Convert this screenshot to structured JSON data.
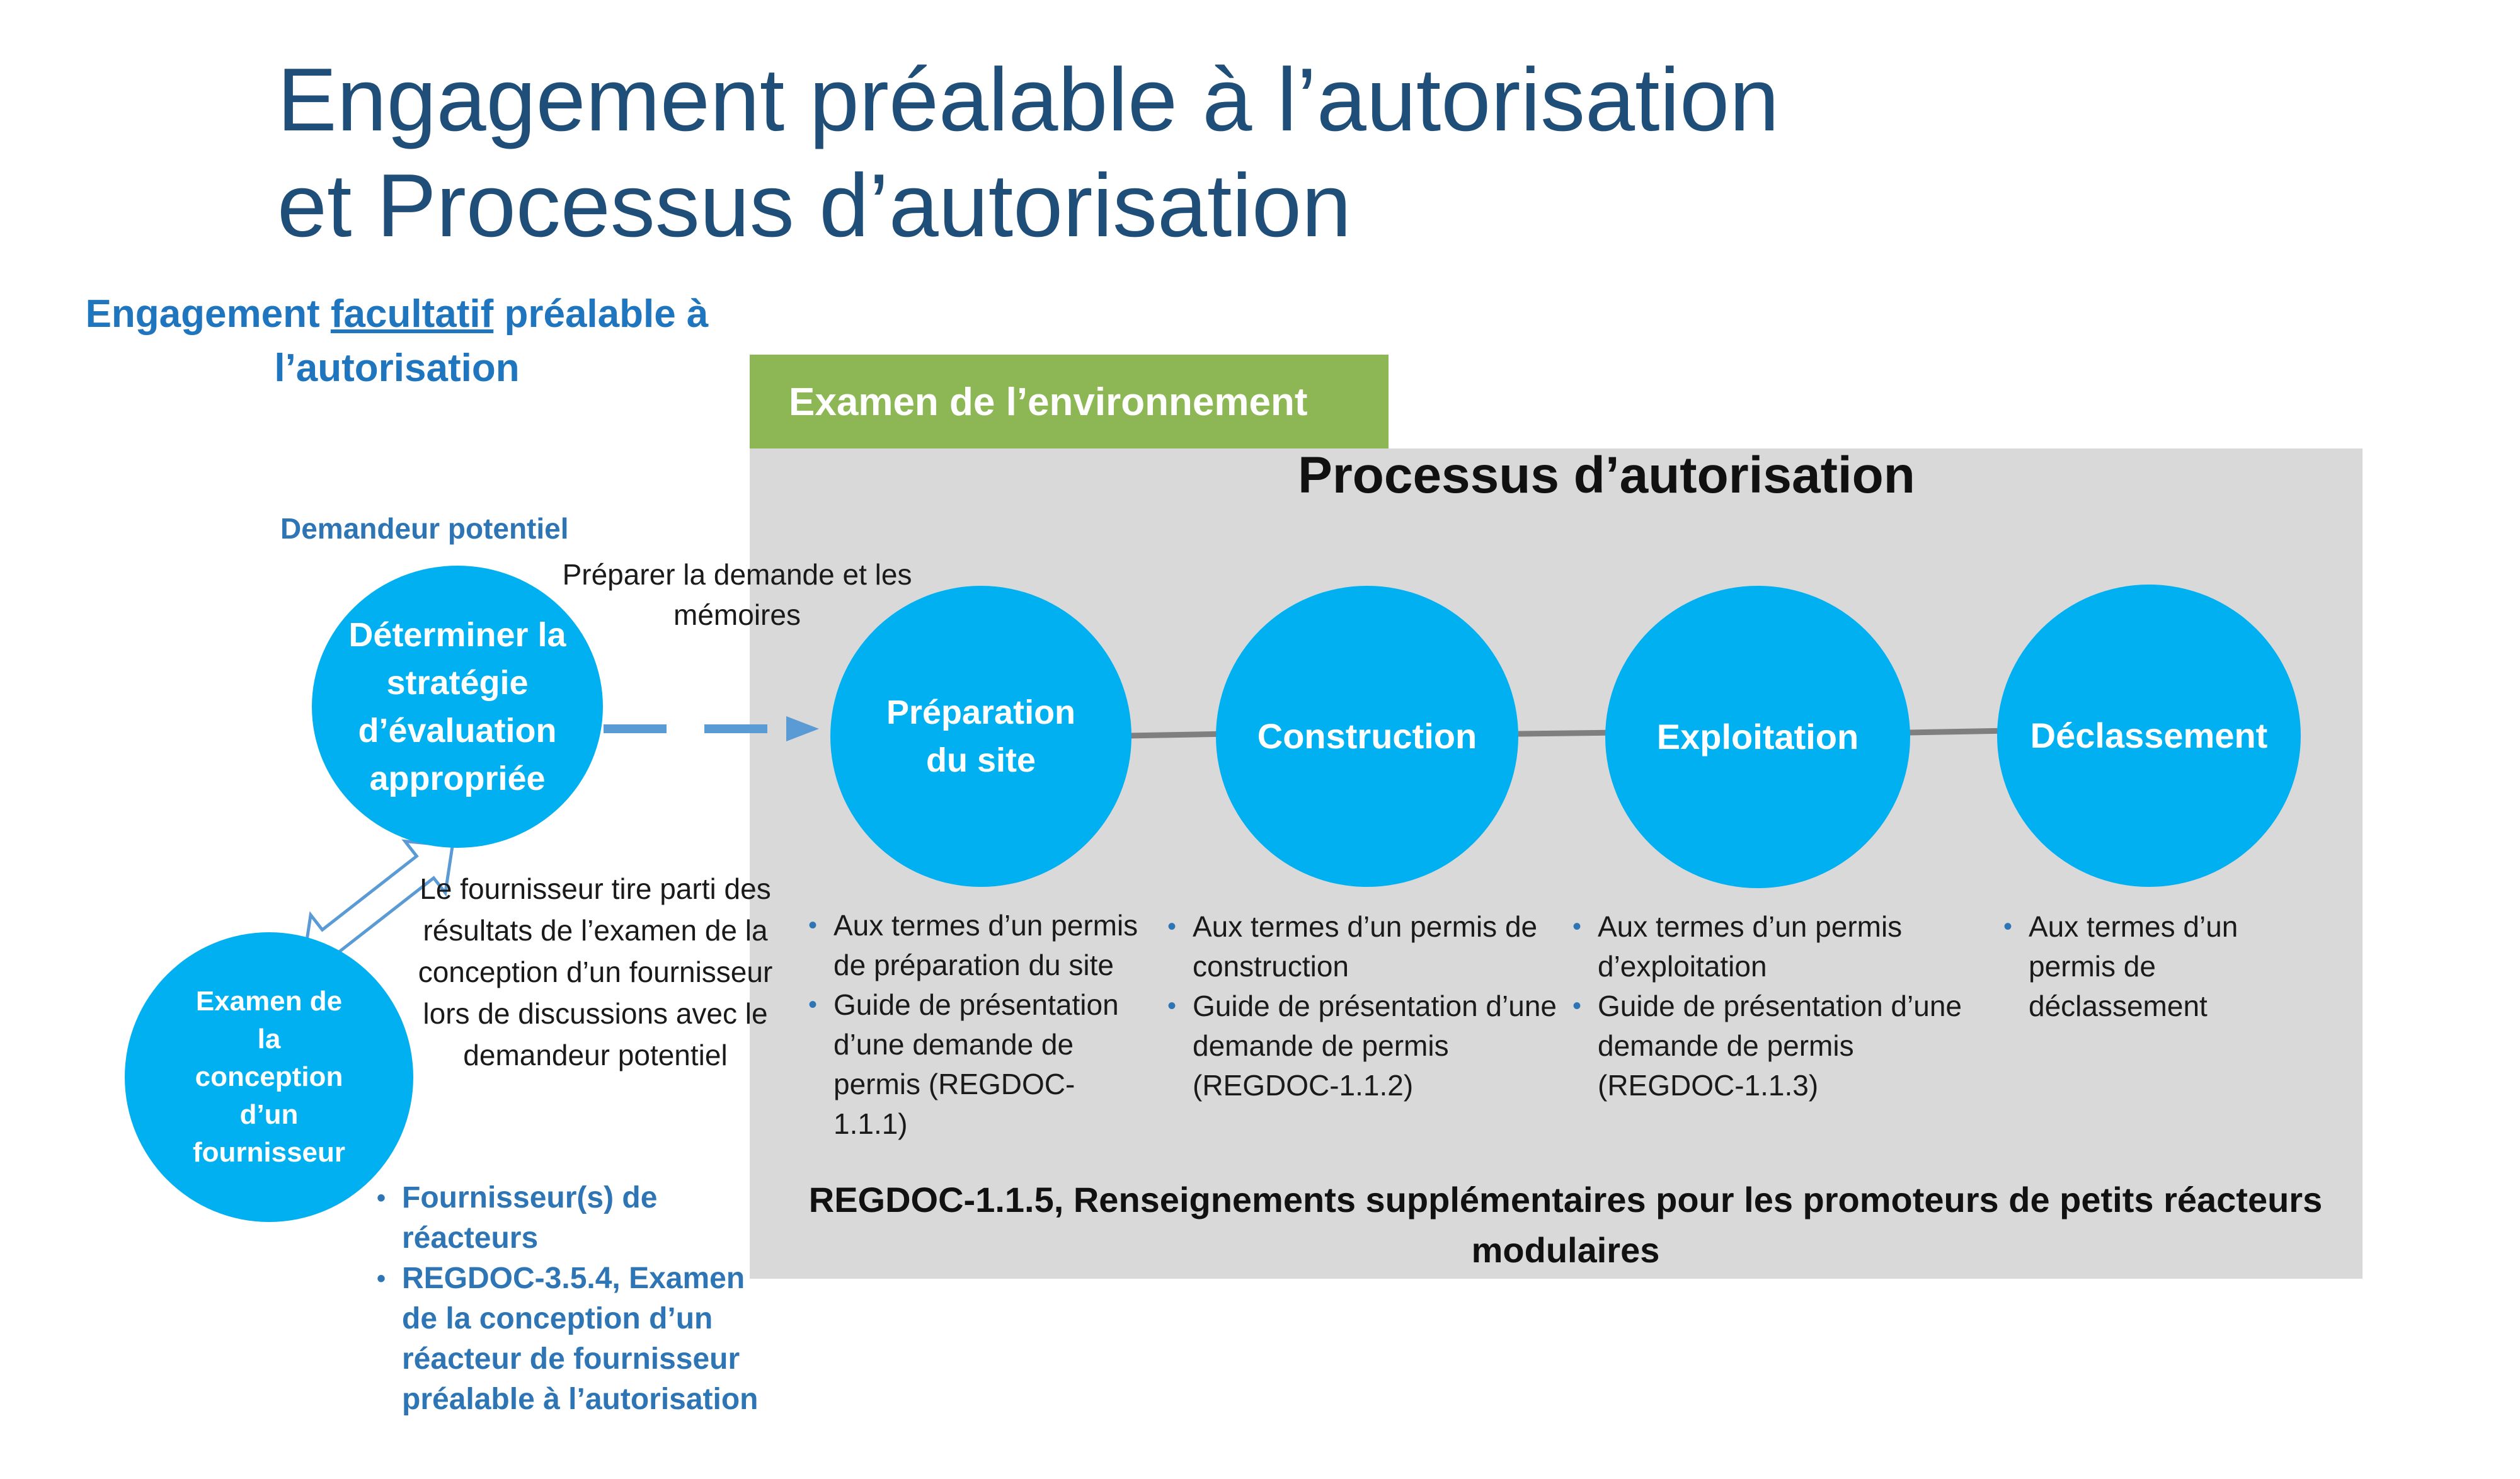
{
  "title": {
    "line1": "Engagement préalable à l’autorisation",
    "line2": "et Processus d’autorisation"
  },
  "optional_engagement": {
    "before": "Engagement ",
    "emphasis": "facultatif",
    "after": " préalable à l’autorisation"
  },
  "environment_review": {
    "label": "Examen de l’environnement"
  },
  "licensing_process": {
    "title": "Processus d’autorisation"
  },
  "applicant": {
    "role": "Demandeur potentiel",
    "strategy_lines": [
      "Déterminer la",
      "stratégie",
      "d’évaluation",
      "appropriée"
    ],
    "prepare_text": "Préparer la demande et les mémoires"
  },
  "vendor": {
    "circle_lines": [
      "Examen de",
      "la",
      "conception",
      "d’un",
      "fournisseur"
    ],
    "feedback_text": "Le fournisseur tire parti des résultats de l’examen de la conception d’un fournisseur lors de discussions avec le demandeur potentiel",
    "notes": [
      "Fournisseur(s) de réacteurs",
      "REGDOC-3.5.4, Examen de la conception d’un réacteur de fournisseur préalable à l’autorisation"
    ]
  },
  "stages": [
    {
      "lines": [
        "Préparation",
        "du site"
      ],
      "notes": [
        "Aux termes d’un permis de préparation du site",
        "Guide de présentation d’une demande de permis (REGDOC-1.1.1)"
      ]
    },
    {
      "lines": [
        "Construction"
      ],
      "notes": [
        "Aux termes d’un permis de construction",
        "Guide de présentation d’une demande de permis (REGDOC-1.1.2)"
      ]
    },
    {
      "lines": [
        "Exploitation"
      ],
      "notes": [
        "Aux termes d’un permis d’exploitation",
        "Guide de présentation d’une demande de permis (REGDOC-1.1.3)"
      ]
    },
    {
      "lines": [
        "Déclassement"
      ],
      "notes": [
        "Aux termes d’un permis de déclassement"
      ]
    }
  ],
  "smr_guidance": "REGDOC-1.1.5, Renseignements supplémentaires pour les promoteurs de petits réacteurs modulaires",
  "colors": {
    "title": "#1f4e79",
    "accent_blue": "#2e75b6",
    "circle": "#00b0f0",
    "environment_band": "#8db654",
    "panel": "#d9d9d9",
    "arrow": "#5b9bd5",
    "connector": "#7f7f7f"
  }
}
